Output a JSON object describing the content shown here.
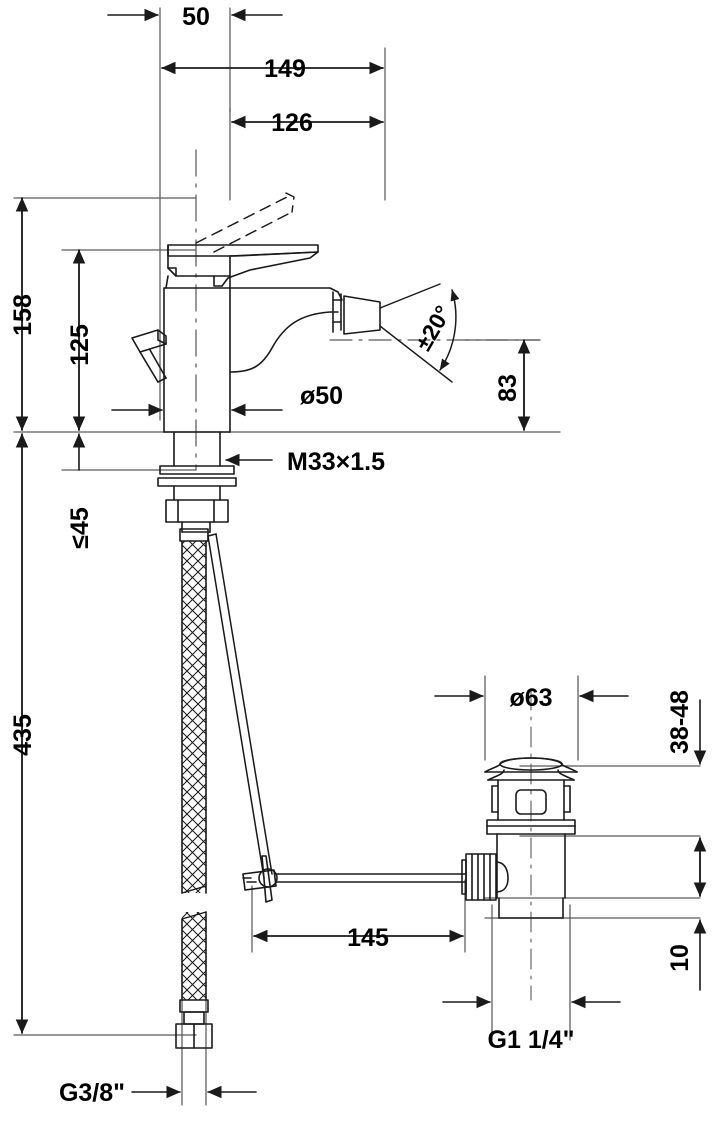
{
  "drawing": {
    "title": "Bidet single-lever mixer — dimensioned technical drawing",
    "units": "mm",
    "line_color": "#1a1a1a",
    "background": "#ffffff"
  },
  "dimensions": {
    "d50": {
      "label": "50",
      "name": "spout-offset-50"
    },
    "d149": {
      "label": "149",
      "name": "overall-depth-149"
    },
    "d126": {
      "label": "126",
      "name": "spout-reach-126"
    },
    "d158": {
      "label": "158",
      "name": "overall-height-158"
    },
    "d125": {
      "label": "125",
      "name": "lever-height-125"
    },
    "d83": {
      "label": "83",
      "name": "spout-outlet-height-83"
    },
    "d45": {
      "label": "≤45",
      "name": "max-deck-thickness-45"
    },
    "d435": {
      "label": "435",
      "name": "hose-length-435"
    },
    "d145": {
      "label": "145",
      "name": "popup-rod-length-145"
    },
    "d63": {
      "label": "ø63",
      "name": "waste-cap-diameter-63"
    },
    "d3848": {
      "label": "38-48",
      "name": "basin-thickness-range-38-48"
    },
    "d10": {
      "label": "10",
      "name": "waste-tailpiece-10"
    },
    "angle": {
      "label": "±20°",
      "name": "spray-swivel-angle"
    }
  },
  "callouts": {
    "body_dia": {
      "label": "ø50",
      "name": "body-diameter-50"
    },
    "thread_m33": {
      "label": "M33×1.5",
      "name": "mounting-thread-m33x1.5"
    },
    "thread_g38": {
      "label": "G3/8\"",
      "name": "supply-hose-thread-g3-8"
    },
    "thread_g114": {
      "label": "G1 1/4\"",
      "name": "waste-outlet-thread-g1-1-4"
    }
  },
  "components": {
    "lever": "lever-handle",
    "body": "mixer-body",
    "spout": "swivel-spray-outlet",
    "popup_lever": "popup-lift-rod",
    "deck_nut": "mounting-nut",
    "hose": "braided-supply-hose",
    "waste": "popup-waste-assembly",
    "linkage": "popup-horizontal-linkage"
  }
}
